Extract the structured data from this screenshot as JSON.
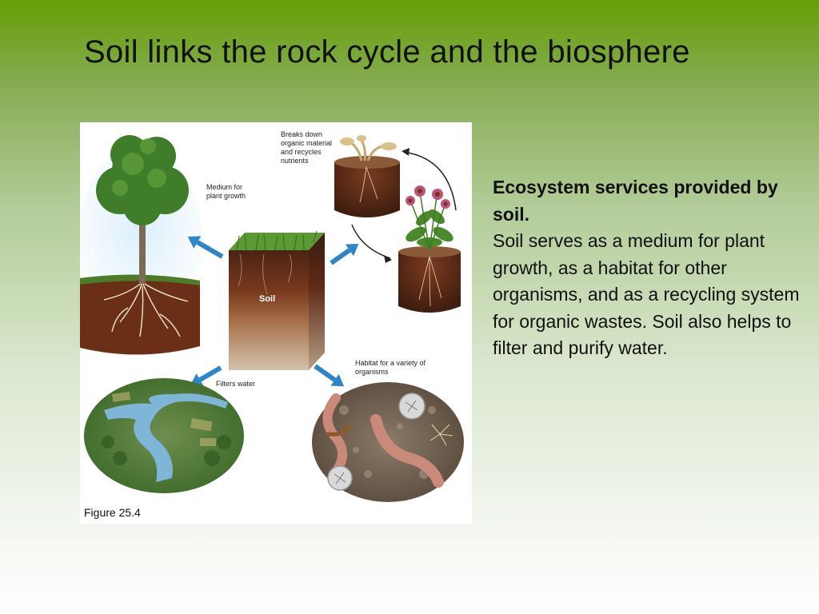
{
  "slide": {
    "title": "Soil links the rock cycle and the biosphere"
  },
  "figure": {
    "caption": "Figure 25.4",
    "labels": {
      "breaks_down": "Breaks down organic material and recycles nutrients",
      "medium": "Medium for plant growth",
      "soil": "Soil",
      "filters_water": "Filters water",
      "habitat": "Habitat for a variety of organisms"
    },
    "colors": {
      "arrow": "#2e86c8",
      "soil_dark": "#5a2d1a",
      "soil_light": "#c9b39a",
      "grass": "#4d8f2a"
    }
  },
  "body": {
    "heading": "Ecosystem services provided by soil.",
    "text": "Soil serves as a medium for plant growth, as a habitat for other organisms, and as a recycling system for organic wastes. Soil also helps to filter and purify water."
  }
}
